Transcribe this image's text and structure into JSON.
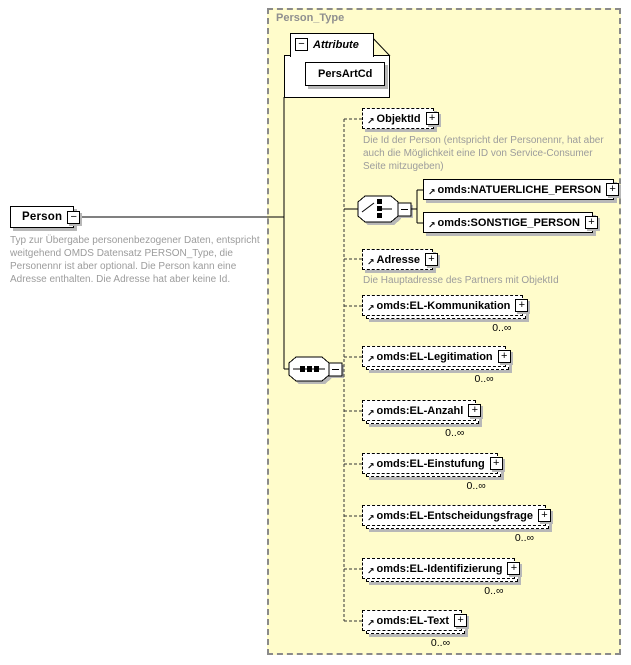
{
  "diagram": {
    "root": {
      "name": "Person",
      "annotation_lines": [
        "Typ zur Übergabe personenbezogener Daten, entspricht",
        "weitgehend OMDS Datensatz PERSON_Type, die",
        "Personennr ist aber optional. Die Person kann eine",
        "Adresse enthalten. Die Adresse hat aber keine Id."
      ]
    },
    "type_frame": {
      "title": "Person_Type",
      "attribute_group_label": "Attribute",
      "attributes": [
        {
          "name": "PersArtCd"
        }
      ]
    },
    "children": [
      {
        "name": "ObjektId",
        "annotation_lines": [
          "Die Id der Person (entspricht der Personennr, hat aber",
          "auch die Möglichkeit eine ID von Service-Consumer",
          "Seite mitzugeben)"
        ]
      },
      {
        "name": "omds:NATUERLICHE_PERSON"
      },
      {
        "name": "omds:SONSTIGE_PERSON"
      },
      {
        "name": "Adresse",
        "annotation_lines": [
          "Die Hauptadresse des Partners mit ObjektId"
        ]
      },
      {
        "name": "omds:EL-Kommunikation",
        "occurrence": "0..∞"
      },
      {
        "name": "omds:EL-Legitimation",
        "occurrence": "0..∞"
      },
      {
        "name": "omds:EL-Anzahl",
        "occurrence": "0..∞"
      },
      {
        "name": "omds:EL-Einstufung",
        "occurrence": "0..∞"
      },
      {
        "name": "omds:EL-Entscheidungsfrage",
        "occurrence": "0..∞"
      },
      {
        "name": "omds:EL-Identifizierung",
        "occurrence": "0..∞"
      },
      {
        "name": "omds:EL-Text",
        "occurrence": "0..∞"
      }
    ],
    "icons": {
      "expand": "+",
      "collapse": "−",
      "reference_arrow": "↗"
    },
    "colors": {
      "frame_bg": "#fffccb",
      "frame_border": "#8a8a8a",
      "frame_title": "#8f8f8f",
      "annotation_text": "#9c9c9c",
      "box_shadow": "#b8b8b8",
      "box_border": "#000000"
    }
  }
}
